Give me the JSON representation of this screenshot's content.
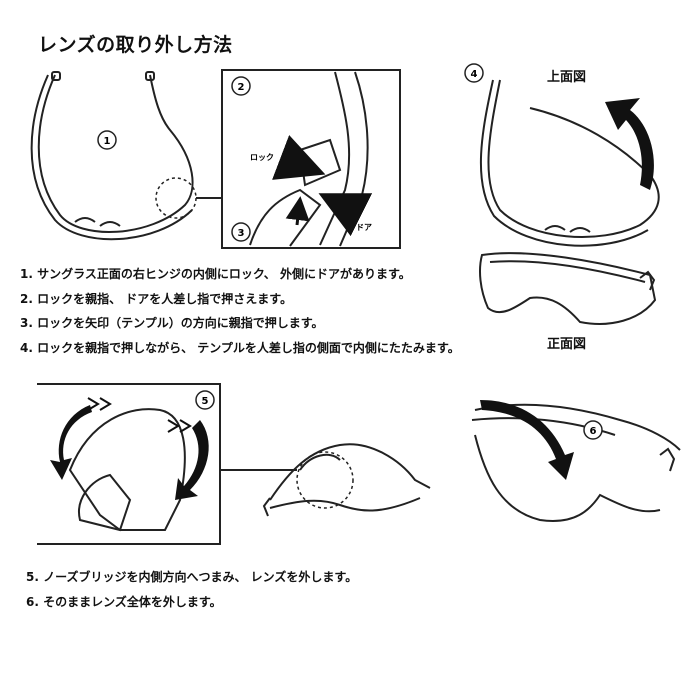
{
  "title": "レンズの取り外し方法",
  "steps_top": [
    "1. サングラス正面の右ヒンジの内側にロック、 外側にドアがあります。",
    "2. ロックを親指、 ドアを人差し指で押さえます。",
    "3. ロックを矢印（テンプル）の方向に親指で押します。",
    "4. ロックを親指で押しながら、 テンプルを人差し指の側面で内側にたたみます。"
  ],
  "steps_bottom": [
    "5. ノーズブリッジを内側方向へつまみ、 レンズを外します。",
    "6. そのままレンズ全体を外します。"
  ],
  "views": {
    "top_view": "上面図",
    "front_view": "正面図"
  },
  "callouts": {
    "lock": "ロック",
    "door": "ドア"
  },
  "markers": [
    "1",
    "2",
    "3",
    "4",
    "5",
    "6"
  ]
}
